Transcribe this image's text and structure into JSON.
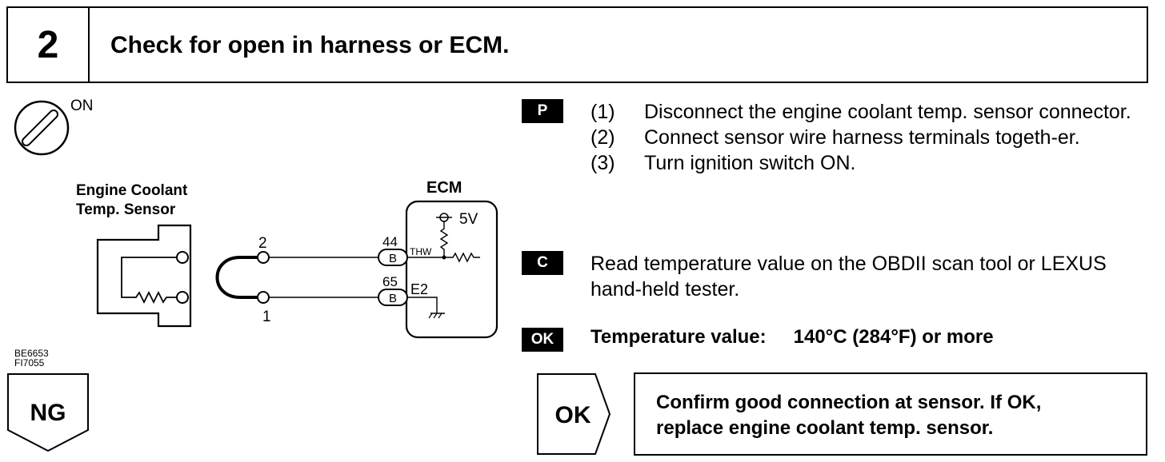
{
  "header": {
    "step_number": "2",
    "title": "Check for open in harness or ECM."
  },
  "diagram": {
    "ignition_label": "ON",
    "sensor_label_line1": "Engine Coolant",
    "sensor_label_line2": "Temp. Sensor",
    "ecm_label": "ECM",
    "voltage_label": "5V",
    "pin_sensor_top": "2",
    "pin_sensor_bottom": "1",
    "pin_ecm_top": "44",
    "pin_ecm_bottom": "65",
    "connector_top": "B",
    "connector_bottom": "B",
    "terminal_thw": "THW",
    "terminal_e2": "E2",
    "code_line1": "BE6653",
    "code_line2": "FI7055"
  },
  "ng_label": "NG",
  "instructions": {
    "prep_badge": "P",
    "steps": [
      {
        "num": "(1)",
        "text": "Disconnect the engine coolant temp. sensor connector."
      },
      {
        "num": "(2)",
        "text": "Connect sensor wire harness terminals togeth-er."
      },
      {
        "num": "(3)",
        "text": "Turn ignition switch ON."
      }
    ],
    "check_badge": "C",
    "check_text": "Read temperature value on the OBDII scan tool or LEXUS hand-held tester.",
    "ok_badge": "OK",
    "spec_label": "Temperature value:",
    "spec_value": "140°C (284°F) or more"
  },
  "result": {
    "ok_label": "OK",
    "text_line1": "Confirm good connection at sensor. If OK,",
    "text_line2": "replace engine coolant temp. sensor."
  }
}
